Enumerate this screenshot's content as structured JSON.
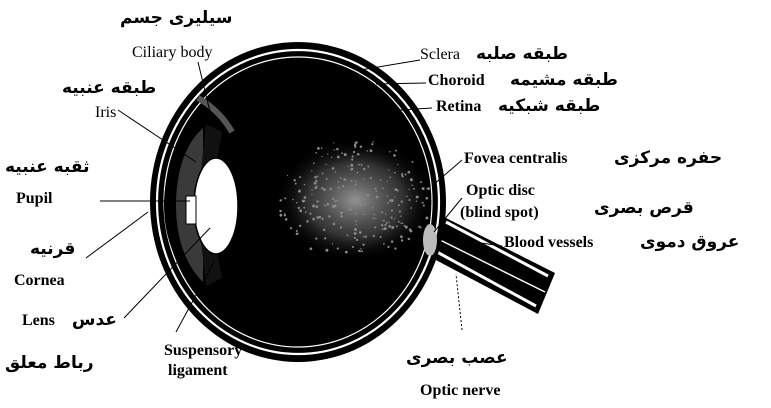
{
  "diagram": {
    "labels": {
      "ciliary_body_fa": "سیلیری جسم",
      "ciliary_body_en": "Ciliary body",
      "iris_fa": "طبقه عنبیه",
      "iris_en": "Iris",
      "pupil_fa": "ثقبه عنبیه",
      "pupil_en": "Pupil",
      "cornea_fa": "قرنیه",
      "cornea_en": "Cornea",
      "lens_fa": "عدس",
      "lens_en": "Lens",
      "suspensory_fa": "رباط معلق",
      "suspensory_en_1": "Suspensory",
      "suspensory_en_2": "ligament",
      "sclera_fa": "طبقه صلبه",
      "sclera_en": "Sclera",
      "choroid_fa": "طبقه مشیمه",
      "choroid_en": "Choroid",
      "retina_fa": "طبقه شبکیه",
      "retina_en": "Retina",
      "fovea_fa": "حفره مرکزی",
      "fovea_en": "Fovea centralis",
      "optic_disc_fa": "قرص بصری",
      "optic_disc_en_1": "Optic disc",
      "optic_disc_en_2": "(blind spot)",
      "blood_vessels_fa": "عروق دموی",
      "blood_vessels_en": "Blood vessels",
      "optic_nerve_fa": "عصب بصری",
      "optic_nerve_en": "Optic nerve"
    },
    "colors": {
      "ink": "#000000",
      "background": "#ffffff",
      "fovea_speckle": "#8a8a8a"
    }
  }
}
